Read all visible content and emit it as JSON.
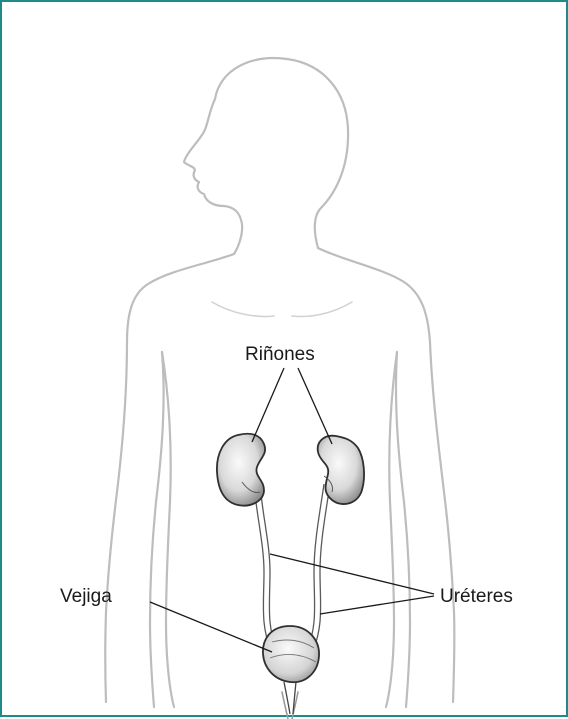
{
  "labels": {
    "kidneys": "Riñones",
    "bladder": "Vejiga",
    "ureters": "Uréteres"
  },
  "colors": {
    "border": "#1f8a8a",
    "outline": "#b9b9b9",
    "organ_stroke": "#3a3a3a",
    "organ_fill": "#e6e6e6",
    "text": "#1a1a1a"
  }
}
